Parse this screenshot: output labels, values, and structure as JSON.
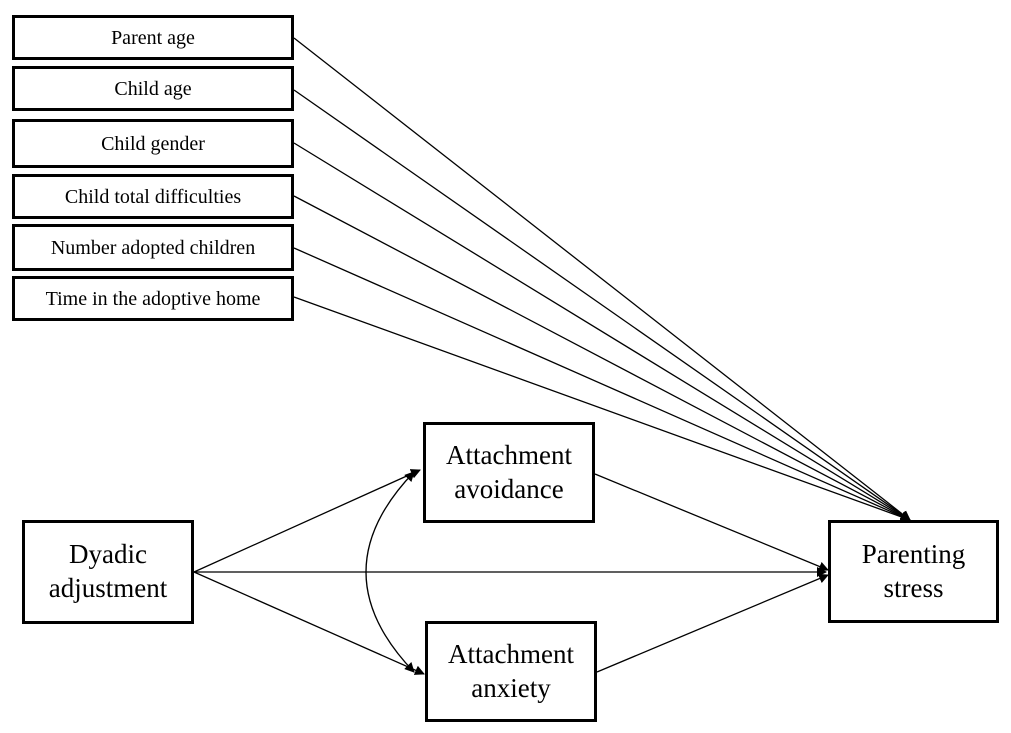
{
  "covariates": [
    {
      "label": "Parent age"
    },
    {
      "label": "Child age"
    },
    {
      "label": "Child gender"
    },
    {
      "label": "Child total difficulties"
    },
    {
      "label": "Number adopted children"
    },
    {
      "label": "Time in the adoptive home"
    }
  ],
  "nodes": {
    "predictor": {
      "line1": "Dyadic",
      "line2": "adjustment"
    },
    "mediator_avoidance": {
      "line1": "Attachment",
      "line2": "avoidance"
    },
    "mediator_anxiety": {
      "line1": "Attachment",
      "line2": "anxiety"
    },
    "outcome": {
      "line1": "Parenting",
      "line2": "stress"
    }
  },
  "colors": {
    "stroke": "#000000",
    "background": "#ffffff"
  }
}
